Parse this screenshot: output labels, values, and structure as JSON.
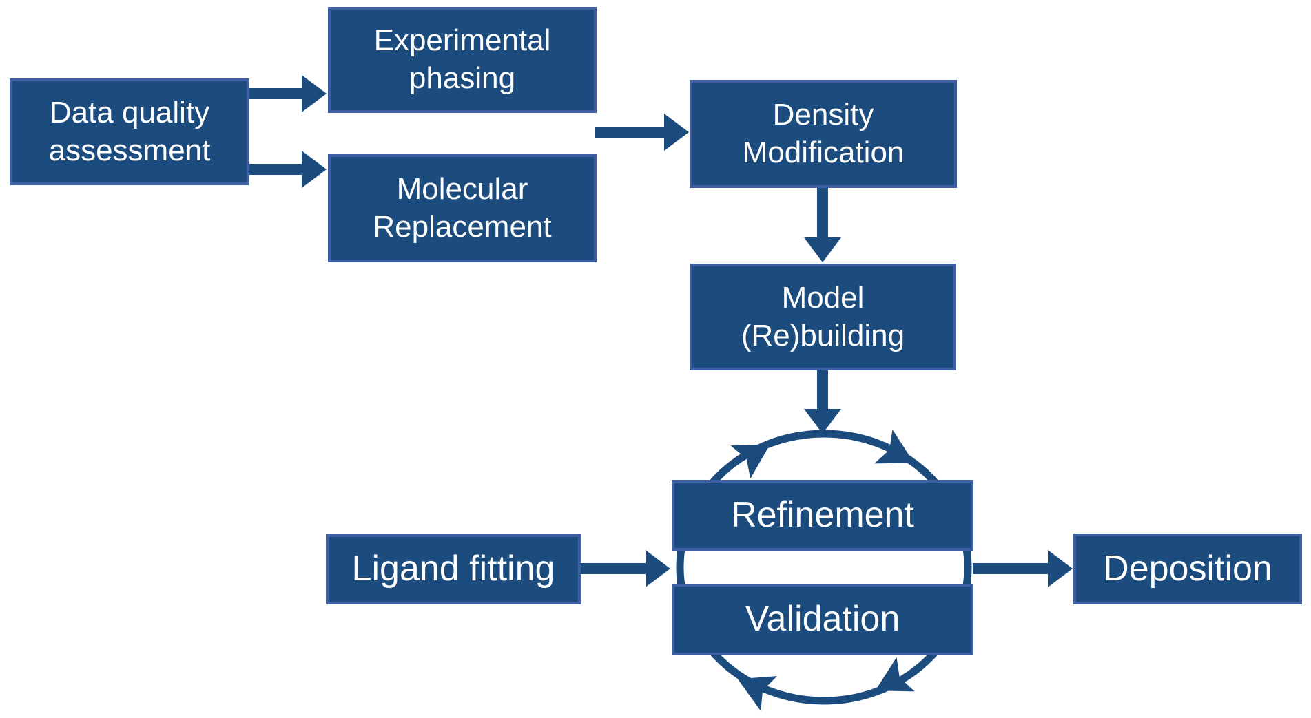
{
  "colors": {
    "box_fill": "#1C4B7D",
    "box_border": "#3E5FA4",
    "arrow": "#1C4B7D",
    "text": "#FFFFFF",
    "background": "#FFFFFF"
  },
  "nodes": {
    "data_quality": {
      "label": "Data quality assessment"
    },
    "experimental_phasing": {
      "label": "Experimental phasing"
    },
    "molecular_replacement": {
      "label": "Molecular Replacement"
    },
    "density_modification": {
      "label": "Density Modification"
    },
    "model_rebuilding": {
      "label": "Model (Re)building"
    },
    "refinement": {
      "label": "Refinement"
    },
    "validation": {
      "label": "Validation"
    },
    "ligand_fitting": {
      "label": "Ligand fitting"
    },
    "deposition": {
      "label": "Deposition"
    }
  },
  "edges": [
    {
      "from": "Data quality assessment",
      "to": "Experimental phasing",
      "style": "block-arrow"
    },
    {
      "from": "Data quality assessment",
      "to": "Molecular Replacement",
      "style": "block-arrow"
    },
    {
      "from": "Experimental phasing / Molecular Replacement",
      "to": "Density Modification",
      "style": "block-arrow"
    },
    {
      "from": "Density Modification",
      "to": "Model (Re)building",
      "style": "block-arrow"
    },
    {
      "from": "Model (Re)building",
      "to": "Refinement / Validation cycle",
      "style": "block-arrow"
    },
    {
      "from": "Ligand fitting",
      "to": "Refinement / Validation cycle",
      "style": "block-arrow"
    },
    {
      "from": "Refinement / Validation cycle",
      "to": "Deposition",
      "style": "block-arrow"
    },
    {
      "from": "Refinement",
      "to": "Validation",
      "style": "circular-cycle-clockwise"
    }
  ]
}
